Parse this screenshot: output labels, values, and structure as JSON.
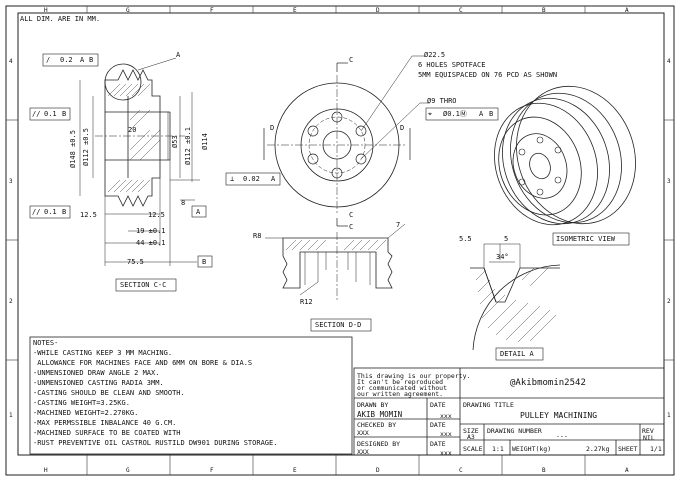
{
  "sheet": {
    "unit_note": "ALL DIM. ARE IN MM.",
    "zones_top": [
      "H",
      "G",
      "F",
      "E",
      "D",
      "C",
      "B",
      "A"
    ],
    "zones_bottom": [
      "H",
      "G",
      "F",
      "E",
      "D",
      "C",
      "B",
      "A"
    ],
    "zones_side": [
      "4",
      "3",
      "2",
      "1"
    ]
  },
  "views": {
    "section_cc": {
      "label": "SECTION C-C",
      "dims": [
        "20",
        "Ø148 ±0.5",
        "Ø112 ±0.5",
        "Ø53",
        "Ø112 ±0.1",
        "Ø114",
        "8",
        "12.5",
        "12.5",
        "19 ±0.1",
        "44 ±0.1",
        "75.5"
      ],
      "datum_a": "A",
      "datum_b": "B",
      "fcf_top": [
        "/",
        "0.2",
        "A",
        "B"
      ],
      "fcf_left1": [
        "//",
        "0.1",
        "B"
      ],
      "fcf_left2": [
        "//",
        "0.1",
        "B"
      ],
      "fcf_right": [
        "⊥",
        "0.02",
        "A"
      ]
    },
    "front": {
      "cut_label": "C",
      "side_label": "D",
      "hole_note_1": "Ø22.5",
      "hole_note_2": "6 HOLES SPOTFACE",
      "hole_note_3": "5MM EQUISPACED ON 76 PCD AS SHOWN",
      "thru_note": "Ø9 THRO",
      "fcf_pos": [
        "⌖",
        "Ø0.1Ⓜ",
        "A",
        "B"
      ]
    },
    "section_dd": {
      "label": "SECTION D-D",
      "r8": "R8",
      "r12": "R12",
      "dim7": "7"
    },
    "detail_a": {
      "label": "DETAIL A",
      "d1": "5.5",
      "d2": "5",
      "angle": "34°"
    },
    "iso": {
      "label": "ISOMETRIC VIEW"
    }
  },
  "notes": {
    "title": "NOTES-",
    "lines": [
      "-WHILE CASTING KEEP 3 MM MACHING.",
      " ALLOWANCE FOR MACHINES FACE AND 6MM ON BORE & DIA.S",
      "-UNMENSIONED DRAW ANGLE 2 MAX.",
      "-UNMENSIONED CASTING RADIA 3MM.",
      "-CASTING SHOULD BE CLEAN AND SMOOTH.",
      "-CASTING WEIGHT=3.25KG.",
      "-MACHINED WEIGHT=2.270KG.",
      "-MAX PERMSSIBLE INBALANCE 40 G.CM.",
      "-MACHINED SURFACE TO BE COATED WITH",
      "-RUST PREVENTIVE OIL CASTROL RUSTILD DW901 DURING STORAGE."
    ]
  },
  "title_block": {
    "property_note": [
      "This drawing is our property.",
      "It can't be reproduced",
      "or communicated without",
      "our written agreement."
    ],
    "watermark": "@Akibmomin2542",
    "drawn_by_label": "DRAWN BY",
    "drawn_by": "AKIB MOMIN",
    "checked_by_label": "CHECKED BY",
    "checked_by": "XXX",
    "designed_by_label": "DESIGNED BY",
    "designed_by": "XXX",
    "date_label": "DATE",
    "date_val": "xxx",
    "drawing_title_label": "DRAWING TITLE",
    "drawing_title": "PULLEY MACHINING",
    "size_label": "SIZE",
    "size": "A3",
    "drawing_number_label": "DRAWING NUMBER",
    "drawing_number": "---",
    "rev_label": "REV",
    "rev": "NIL",
    "scale_label": "SCALE",
    "scale": "1:1",
    "weight_label": "WEIGHT(kg)",
    "weight": "2.27kg",
    "sheet_label": "SHEET",
    "sheet": "1/1"
  }
}
